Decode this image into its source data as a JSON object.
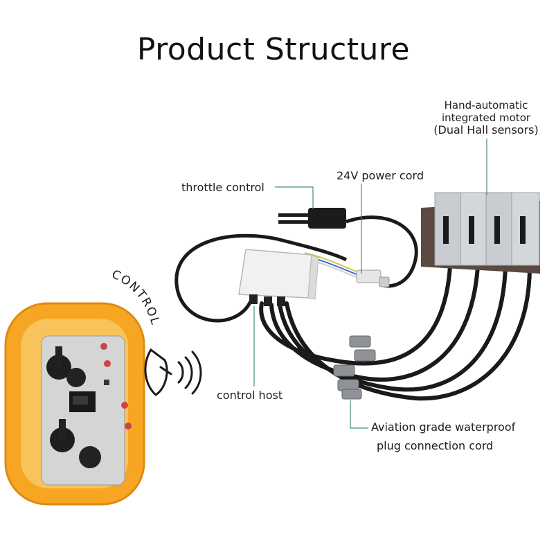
{
  "title": "Product Structure",
  "labels": {
    "motor_line1": "Hand-automatic",
    "motor_line2": "integrated motor",
    "motor_line3": "(Dual Hall sensors)",
    "power_cord": "24V power cord",
    "throttle": "throttle control",
    "control_host": "control host",
    "plug_line1": "Aviation grade waterproof",
    "plug_line2": "plug connection cord",
    "control_word": "CONTROL"
  },
  "colors": {
    "leader": "#3f8f86",
    "remote_body": "#f6a623",
    "cable": "#1a1a1a",
    "motor_metal": "#c9ccd0"
  }
}
